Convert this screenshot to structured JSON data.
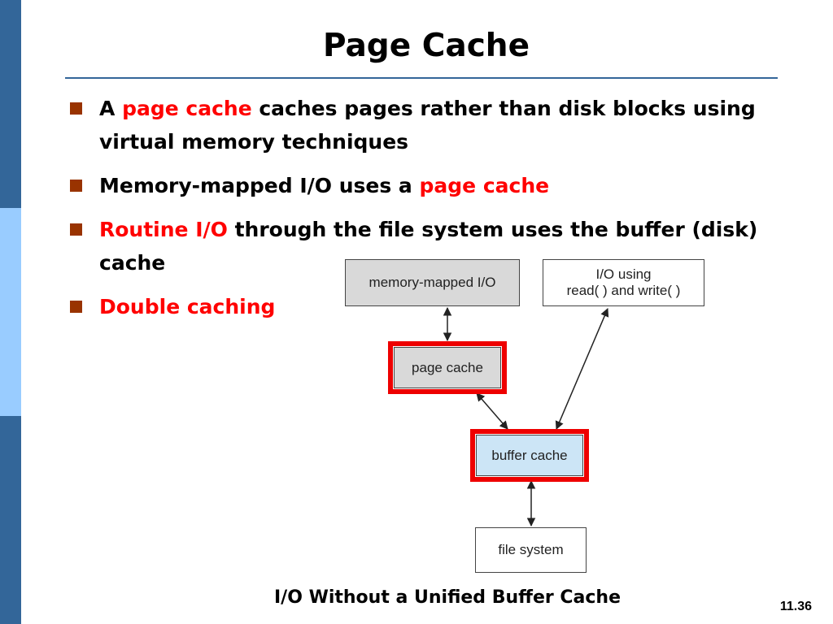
{
  "slide": {
    "title": "Page Cache",
    "number": "11.36",
    "caption": "I/O Without a Unified Buffer Cache"
  },
  "bullets": [
    {
      "segments": [
        {
          "text": "A ",
          "highlight": false
        },
        {
          "text": "page cache",
          "highlight": true
        },
        {
          "text": " caches pages rather than disk blocks using virtual memory techniques",
          "highlight": false
        }
      ]
    },
    {
      "segments": [
        {
          "text": "Memory-mapped I/O uses a ",
          "highlight": false
        },
        {
          "text": "page cache",
          "highlight": true
        }
      ]
    },
    {
      "segments": [
        {
          "text": "Routine I/O",
          "highlight": true
        },
        {
          "text": " through the file system uses the buffer (disk) cache",
          "highlight": false
        }
      ]
    },
    {
      "segments": [
        {
          "text": "Double caching",
          "highlight": true
        }
      ]
    }
  ],
  "diagram": {
    "memory_mapped": "memory-mapped I/O",
    "io_using_line1": "I/O using",
    "io_using_line2": "read( ) and write( )",
    "page_cache": "page cache",
    "buffer_cache": "buffer cache",
    "file_system": "file system"
  },
  "colors": {
    "highlight_text": "#ff0000",
    "highlight_border": "#ee0000",
    "bullet_marker": "#993300",
    "side_bar_dark": "#336699",
    "side_bar_light": "#99ccff",
    "title_rule": "#336699",
    "gray_box": "#d9d9d9",
    "blue_box": "#cce5f6"
  }
}
